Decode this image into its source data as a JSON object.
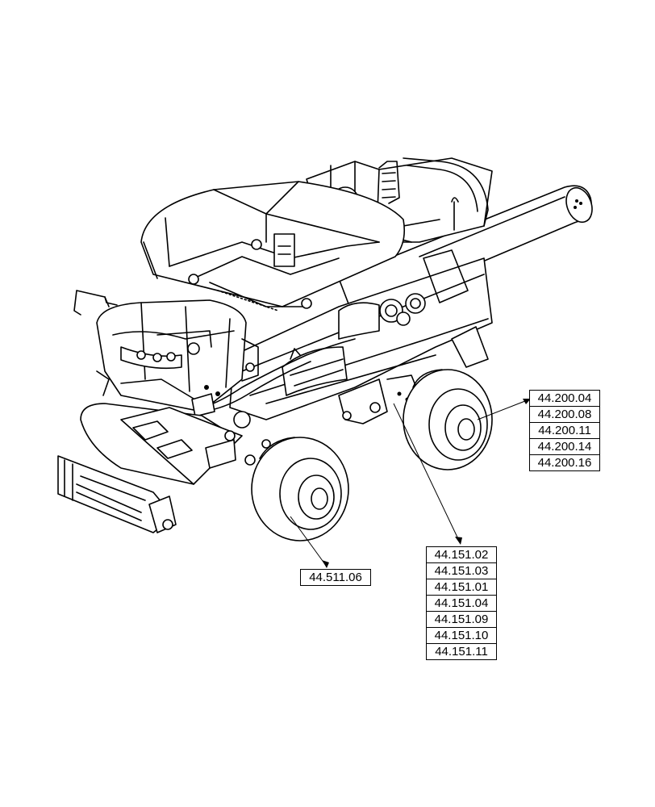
{
  "callouts": {
    "wheel_hub": [
      "44.511.06"
    ],
    "axle": [
      "44.151.02",
      "44.151.03",
      "44.151.01",
      "44.151.04",
      "44.151.09",
      "44.151.10",
      "44.151.11"
    ],
    "rear_wheel": [
      "44.200.04",
      "44.200.08",
      "44.200.11",
      "44.200.14",
      "44.200.16"
    ]
  },
  "colors": {
    "line": "#000000",
    "background": "#ffffff"
  }
}
